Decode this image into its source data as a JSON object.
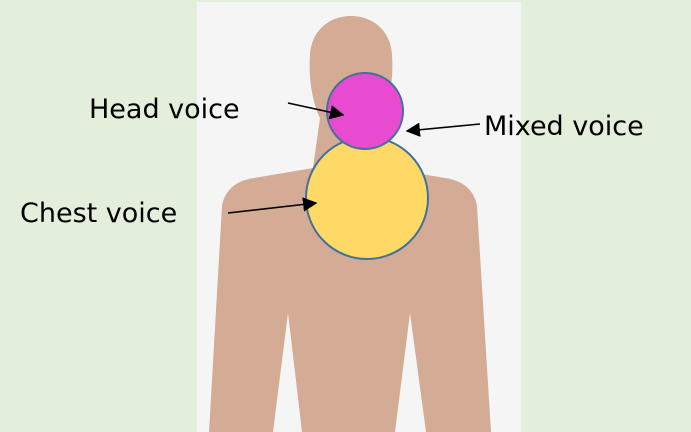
{
  "labels": {
    "head_voice": "Head voice",
    "mixed_voice": "Mixed voice",
    "chest_voice": "Chest voice"
  },
  "colors": {
    "background": "#E3EEDB",
    "panel": "#F5F5F5",
    "body": "#D4AC96",
    "head_circle": "#E84AD0",
    "chest_circle": "#FFD966",
    "circle_outline": "#41719C",
    "arrow": "#000000"
  }
}
